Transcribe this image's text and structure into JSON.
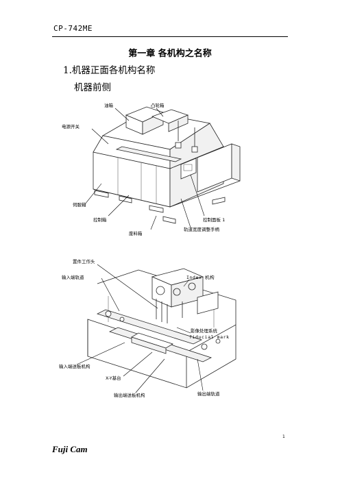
{
  "header": {
    "model": "CP-742ME"
  },
  "chapter_title": "第一章  各机构之名称",
  "section_title": "1.机器正面各机构名称",
  "subsection_title": "机器前侧",
  "figure1": {
    "labels": {
      "oil_tank": "油箱",
      "cam_box": "凸轮箱",
      "power_switch": "电源开关",
      "servo_box": "伺服箱",
      "control_box": "控制箱",
      "control_panel": "控制面板 1",
      "waste_box": "废料箱",
      "handwheel": "轨道宽度调整手柄"
    }
  },
  "figure2": {
    "labels": {
      "parts_head": "置件工作头",
      "in_rail": "输入端轨道",
      "index": "Index 机构",
      "vision": "影像处理系统",
      "fiducial": "fiducial mark",
      "in_feed": "输入端送板机构",
      "xy_table": "X-Y基台",
      "out_feed": "输出端送板机构",
      "out_rail": "输出端轨道"
    }
  },
  "page_number": "1",
  "footer": {
    "brand": "Fuji Cam"
  }
}
